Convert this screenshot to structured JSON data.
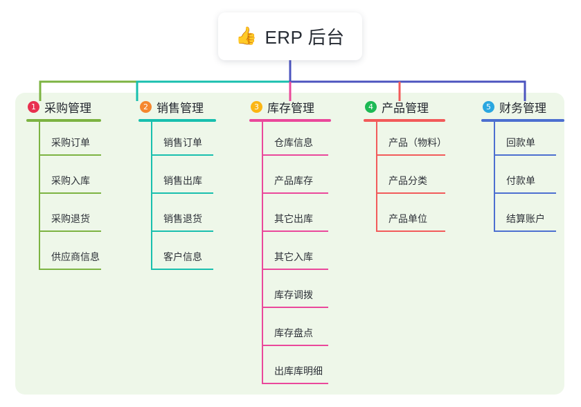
{
  "diagram": {
    "title": "ERP 后台",
    "root": {
      "emoji_icon": "thumbs-up-icon",
      "emoji": "👍",
      "label": "ERP 后台",
      "stem_color": "#4c54bf"
    },
    "panel_color": "#eef7e9",
    "branches": [
      {
        "number": "1",
        "label": "采购管理",
        "badge_color": "#e8304f",
        "line_color": "#7cb342",
        "connector_color": "#7cb342",
        "items": [
          "采购订单",
          "采购入库",
          "采购退货",
          "供应商信息"
        ]
      },
      {
        "number": "2",
        "label": "销售管理",
        "badge_color": "#f5872f",
        "line_color": "#18bfae",
        "connector_color": "#18bfae",
        "items": [
          "销售订单",
          "销售出库",
          "销售退货",
          "客户信息"
        ]
      },
      {
        "number": "3",
        "label": "库存管理",
        "badge_color": "#fbb614",
        "line_color": "#ea489b",
        "connector_color": "#ea489b",
        "items": [
          "仓库信息",
          "产品库存",
          "其它出库",
          "其它入库",
          "库存调拨",
          "库存盘点",
          "出库库明细"
        ]
      },
      {
        "number": "4",
        "label": "产品管理",
        "badge_color": "#1db954",
        "line_color": "#f25a5a",
        "connector_color": "#f25a5a",
        "items": [
          "产品（物料）",
          "产品分类",
          "产品单位"
        ]
      },
      {
        "number": "5",
        "label": "财务管理",
        "badge_color": "#2ba7e0",
        "line_color": "#4c6fd0",
        "connector_color": "#4c54bf",
        "items": [
          "回款单",
          "付款单",
          "结算账户"
        ]
      }
    ]
  }
}
